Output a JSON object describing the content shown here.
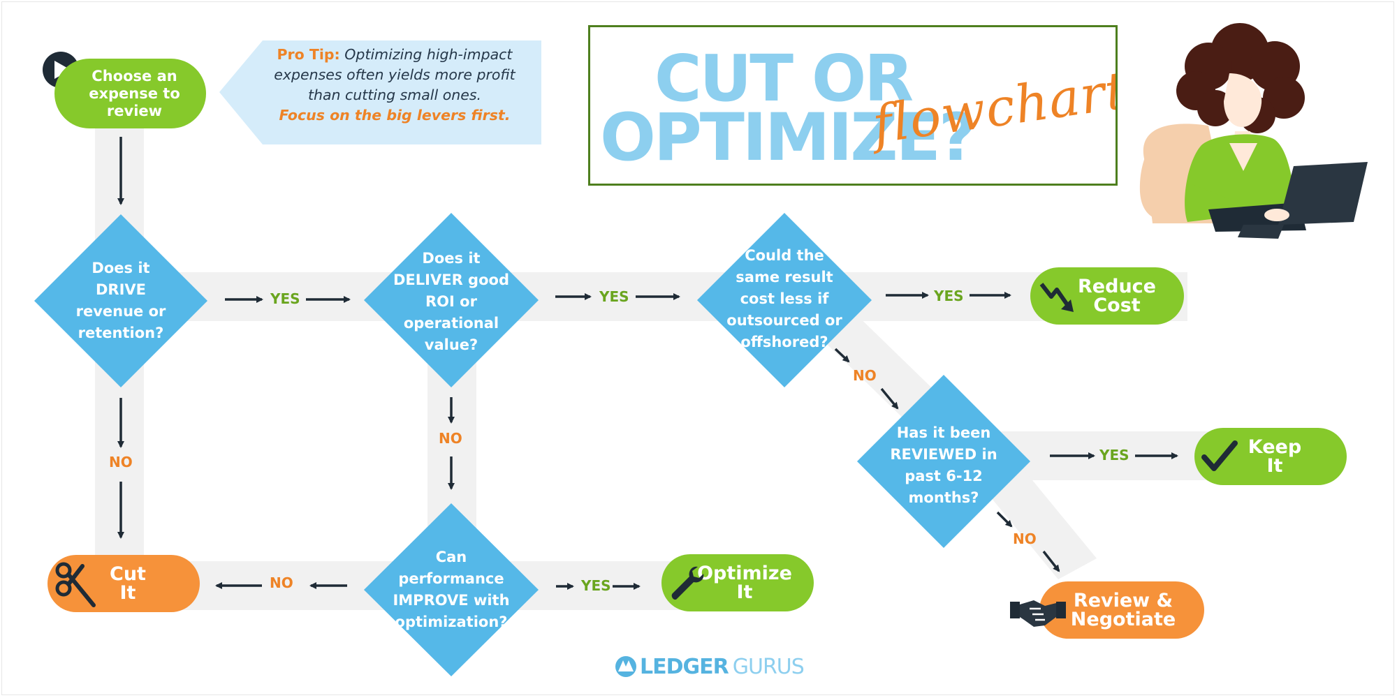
{
  "title": {
    "line1": "CUT OR",
    "line2": "OPTIMIZE?",
    "script": "flowchart"
  },
  "tip": {
    "lead": "Pro Tip:",
    "line1": "Optimizing high-impact",
    "line2": "expenses often yields more profit",
    "line3": "than cutting small ones.",
    "focus": "Focus on the big levers first."
  },
  "start": {
    "line1": "Choose an",
    "line2": "expense to",
    "line3": "review"
  },
  "questions": {
    "q1": [
      "Does it",
      "DRIVE",
      "revenue or",
      "retention?"
    ],
    "q2": [
      "Does it",
      "DELIVER good",
      "ROI or",
      "operational",
      "value?"
    ],
    "q3": [
      "Could the",
      "same result",
      "cost less if",
      "outsourced or",
      "offshored?"
    ],
    "q4": [
      "Has it been",
      "REVIEWED in",
      "past 6-12",
      "months?"
    ],
    "q5": [
      "Can",
      "performance",
      "IMPROVE with",
      "optimization?"
    ]
  },
  "outcomes": {
    "reduce": {
      "line1": "Reduce",
      "line2": "Cost",
      "icon": "trend-down-icon"
    },
    "keep": {
      "line1": "Keep",
      "line2": "It",
      "icon": "checkmark-icon"
    },
    "review": {
      "line1": "Review &",
      "line2": "Negotiate",
      "icon": "handshake-icon"
    },
    "optimize": {
      "line1": "Optimize",
      "line2": "It",
      "icon": "wrench-icon"
    },
    "cut": {
      "line1": "Cut",
      "line2": "It",
      "icon": "scissors-icon"
    }
  },
  "labels": {
    "yes": "YES",
    "no": "NO"
  },
  "brand": {
    "part1": "LEDGER",
    "part2": "GURUS"
  },
  "colors": {
    "green": "#86c92b",
    "orange": "#f6923a",
    "blue": "#55b8e8",
    "light_blue": "#8dcfef",
    "dark": "#1f2b36",
    "track": "#f1f1f1"
  }
}
